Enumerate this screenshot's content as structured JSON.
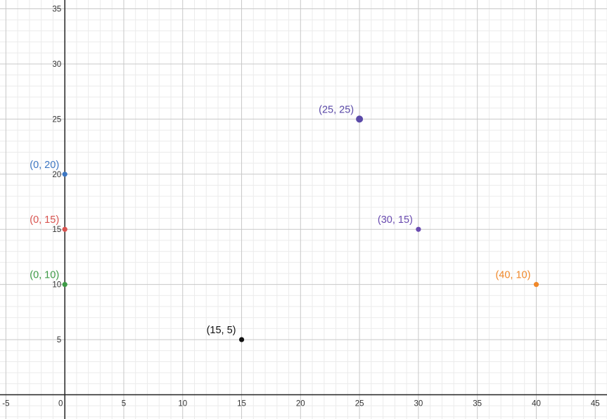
{
  "chart_data": {
    "type": "scatter",
    "xlim": [
      -5.5,
      46
    ],
    "ylim": [
      -2.2,
      35.8
    ],
    "grid": true,
    "x_ticks": [
      "-5",
      "0",
      "5",
      "10",
      "15",
      "20",
      "25",
      "30",
      "35",
      "40",
      "45"
    ],
    "y_ticks": [
      "5",
      "10",
      "15",
      "20",
      "25",
      "30",
      "35"
    ],
    "points": [
      {
        "x": 0,
        "y": 20,
        "label": "(0, 20)",
        "color": "#3d77c2",
        "size": "small"
      },
      {
        "x": 0,
        "y": 15,
        "label": "(0, 15)",
        "color": "#d9534f",
        "size": "small"
      },
      {
        "x": 0,
        "y": 10,
        "label": "(0, 10)",
        "color": "#3d9a46",
        "size": "small"
      },
      {
        "x": 15,
        "y": 5,
        "label": "(15, 5)",
        "color": "#111111",
        "size": "small"
      },
      {
        "x": 25,
        "y": 25,
        "label": "(25, 25)",
        "color": "#5b4aa8",
        "size": "large"
      },
      {
        "x": 30,
        "y": 15,
        "label": "(30, 15)",
        "color": "#6a4bb0",
        "size": "small"
      },
      {
        "x": 40,
        "y": 10,
        "label": "(40, 10)",
        "color": "#f0882a",
        "size": "small"
      }
    ]
  }
}
